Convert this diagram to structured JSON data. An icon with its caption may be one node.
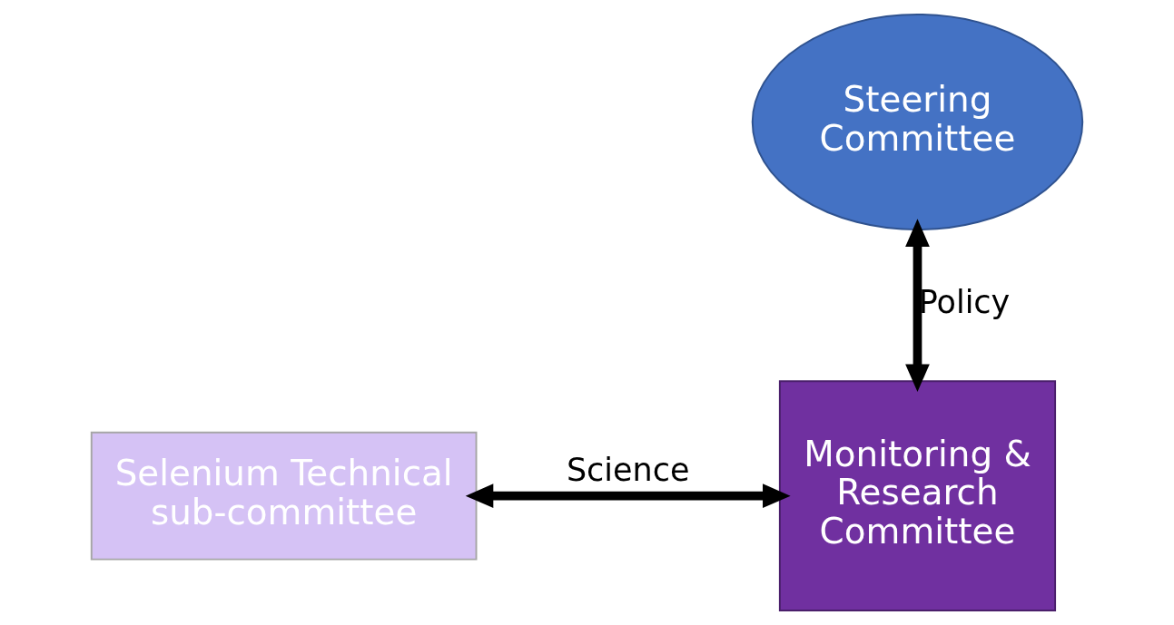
{
  "diagram": {
    "nodes": [
      {
        "text": [
          "Steering Committee"
        ]
      },
      {
        "text": [
          "Monitoring & Research Committee"
        ]
      },
      {
        "text": [
          "Selenium Technical sub-committee"
        ]
      }
    ],
    "edges": [
      {
        "from": 0,
        "to": 1,
        "arrow": "both",
        "label": "Policy"
      },
      {
        "from": 2,
        "to": 1,
        "arrow": "both",
        "label": "Science"
      }
    ]
  }
}
